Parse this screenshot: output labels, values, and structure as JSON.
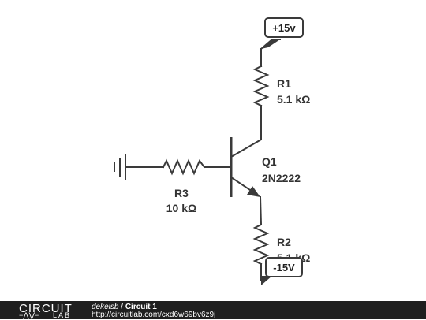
{
  "circuit": {
    "supply_positive": "+15v",
    "supply_negative": "-15V",
    "components": [
      {
        "ref": "R1",
        "value": "5.1 kΩ"
      },
      {
        "ref": "Q1",
        "value": "2N2222"
      },
      {
        "ref": "R2",
        "value": "5.1 kΩ"
      },
      {
        "ref": "R3",
        "value": "10 kΩ"
      }
    ]
  },
  "footer": {
    "logo_top": "CIRCUIT",
    "logo_bottom": "−⋀⋁−",
    "logo_lab": "LAB",
    "author": "dekelsb",
    "separator": " / ",
    "circuit_title": "Circuit 1",
    "url": "http://circuitlab.com/cxd6w69bv6z9j"
  },
  "colors": {
    "wire": "#3a3a3a",
    "footer_bg": "#1f1f1f",
    "rail_box": "#ffffff"
  }
}
